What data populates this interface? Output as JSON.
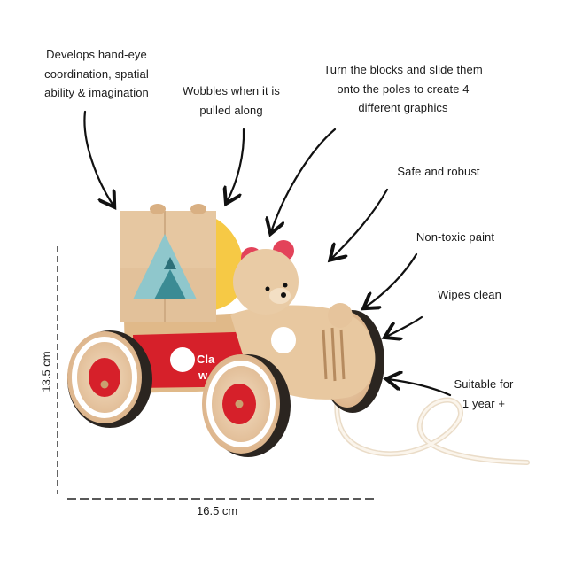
{
  "callouts": {
    "hand_eye": [
      "Develops hand-eye",
      "coordination, spatial",
      "ability & imagination"
    ],
    "wobbles": [
      "Wobbles when it is",
      "pulled along"
    ],
    "turn_blocks": [
      "Turn the blocks and slide them",
      "onto the poles to create 4",
      "different graphics"
    ],
    "safe": [
      "Safe and robust"
    ],
    "paint": [
      "Non-toxic paint"
    ],
    "wipes": [
      "Wipes clean"
    ],
    "suitable": [
      "Suitable for",
      "1 year +"
    ]
  },
  "dimensions": {
    "height": "13.5 cm",
    "width": "16.5 cm"
  },
  "product": {
    "brand_text": "Cla\nw"
  },
  "colors": {
    "wood": "#E8C9A2",
    "red": "#D6202A",
    "teal": "#5FA7B0",
    "yellow": "#F6C945",
    "rope": "#F1E6D6"
  }
}
